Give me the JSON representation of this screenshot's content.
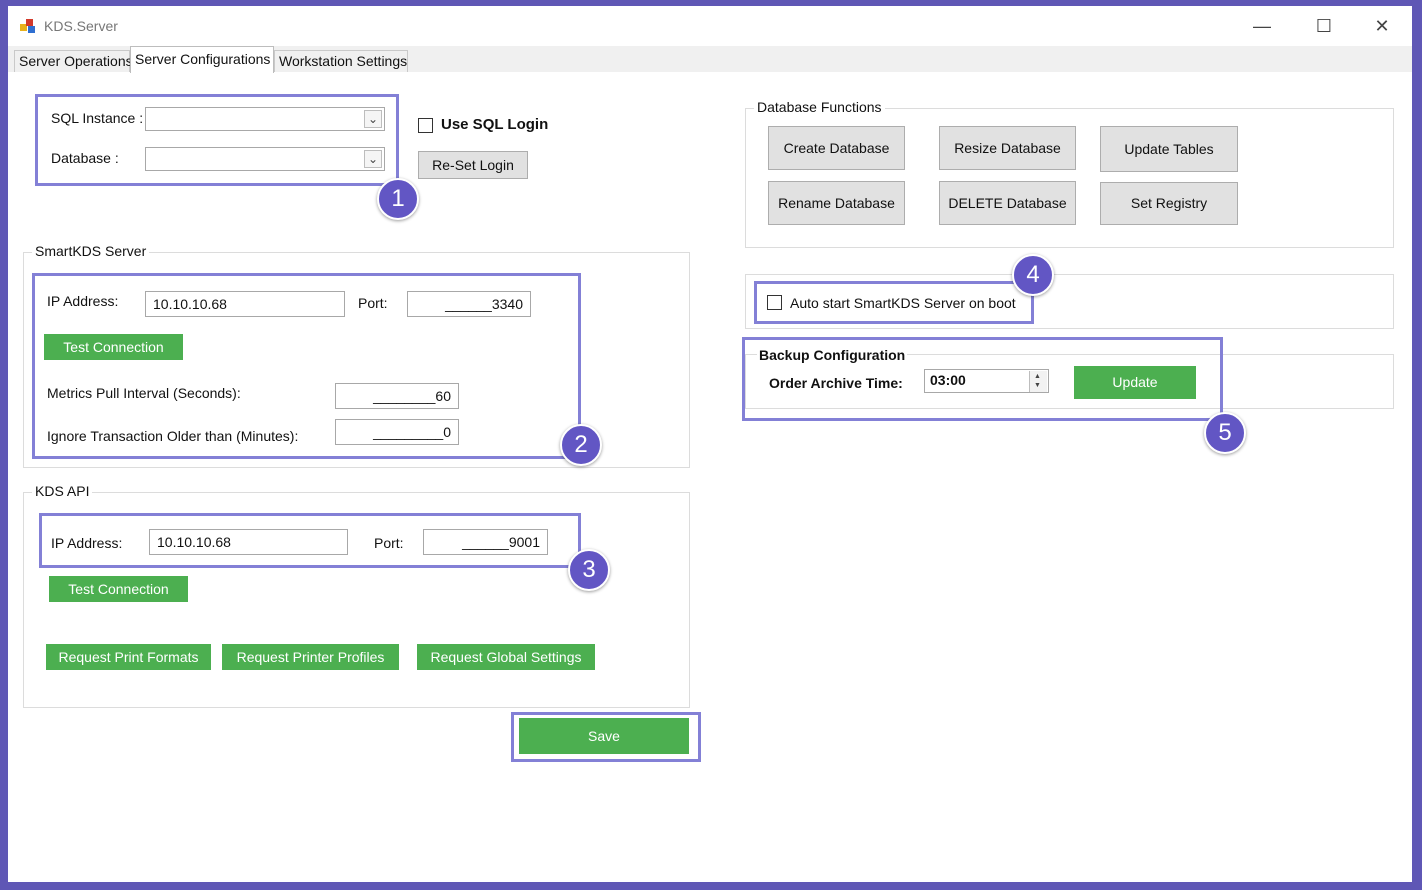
{
  "window": {
    "title": "KDS.Server",
    "minimize": "—",
    "maximize": "☐",
    "close": "✕"
  },
  "tabs": [
    {
      "label": "Server Operations"
    },
    {
      "label": "Server Configurations"
    },
    {
      "label": "Workstation Settings"
    }
  ],
  "sql": {
    "instance_label": "SQL Instance :",
    "instance_value": "",
    "database_label": "Database :",
    "database_value": "",
    "use_sql_login_label": "Use SQL Login",
    "use_sql_login_checked": false,
    "reset_login_label": "Re-Set Login"
  },
  "smartkds": {
    "group_title": "SmartKDS Server",
    "ip_label": "IP Address:",
    "ip_value": "10.10.10.68",
    "port_label": "Port:",
    "port_value": "______3340",
    "test_connection_label": "Test Connection",
    "metrics_label": "Metrics Pull Interval (Seconds):",
    "metrics_value": "________60",
    "ignore_label": "Ignore Transaction Older than (Minutes):",
    "ignore_value": "_________0"
  },
  "kds_api": {
    "group_title": "KDS API",
    "ip_label": "IP Address:",
    "ip_value": "10.10.10.68",
    "port_label": "Port:",
    "port_value": "______9001",
    "test_connection_label": "Test Connection",
    "request_print_formats_label": "Request Print Formats",
    "request_printer_profiles_label": "Request Printer Profiles",
    "request_global_settings_label": "Request Global Settings"
  },
  "save_label": "Save",
  "db_functions": {
    "group_title": "Database Functions",
    "create_label": "Create Database",
    "resize_label": "Resize Database",
    "update_tables_label": "Update Tables",
    "rename_label": "Rename Database",
    "delete_label": "DELETE Database",
    "set_registry_label": "Set Registry"
  },
  "autostart": {
    "label": "Auto start SmartKDS Server on boot",
    "checked": false
  },
  "backup": {
    "title": "Backup Configuration",
    "archive_time_label": "Order Archive Time:",
    "archive_time_value": "03:00",
    "update_label": "Update"
  },
  "callouts": [
    "1",
    "2",
    "3",
    "4",
    "5"
  ],
  "colors": {
    "highlight": "#8380d6",
    "badge": "#6256c4",
    "green_button": "#4caf50",
    "background": "#5f57b5"
  }
}
